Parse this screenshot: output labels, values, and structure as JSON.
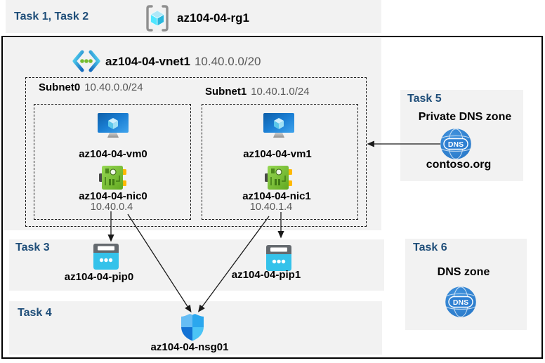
{
  "colors": {
    "task_label": "#1f4e79",
    "muted_text": "#595959",
    "panel_gray": "#f2f2f2",
    "border": "#000000",
    "vm_blue": "#1b7fd4",
    "nic_green": "#76b431",
    "pip_cyan": "#35c2ea",
    "dns_blue": "#2e7fd2",
    "rg_cube_cyan": "#50e6ff"
  },
  "header": {
    "tasks_label": "Task 1, Task 2",
    "rg_name": "az104-04-rg1"
  },
  "vnet": {
    "name": "az104-04-vnet1",
    "cidr": "10.40.0.0/20"
  },
  "subnets": [
    {
      "name": "Subnet0",
      "cidr": "10.40.0.0/24",
      "vm_name": "az104-04-vm0",
      "nic_name": "az104-04-nic0",
      "nic_ip": "10.40.0.4"
    },
    {
      "name": "Subnet1",
      "cidr": "10.40.1.0/24",
      "vm_name": "az104-04-vm1",
      "nic_name": "az104-04-nic1",
      "nic_ip": "10.40.1.4"
    }
  ],
  "task3": {
    "label": "Task 3",
    "pip0_name": "az104-04-pip0",
    "pip1_name": "az104-04-pip1"
  },
  "task4": {
    "label": "Task 4",
    "nsg_name": "az104-04-nsg01"
  },
  "task5": {
    "label": "Task 5",
    "title": "Private DNS zone",
    "zone_name": "contoso.org",
    "dns_badge": "DNS"
  },
  "task6": {
    "label": "Task 6",
    "title": "DNS zone",
    "dns_badge": "DNS"
  }
}
